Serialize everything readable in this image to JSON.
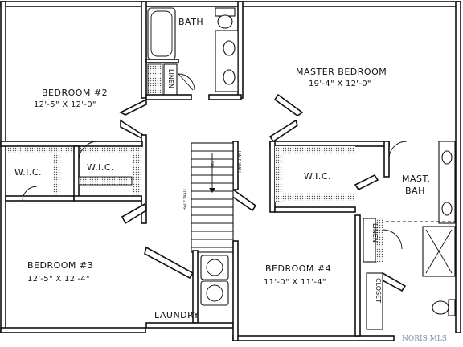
{
  "rooms": {
    "bath": "BATH",
    "linen_top": "LINEN",
    "bedroom2": {
      "name": "BEDROOM #2",
      "dim": "12'-5\" X 12'-0\""
    },
    "master": {
      "name": "MASTER BEDROOM",
      "dim": "19'-4\" X 12'-0\""
    },
    "wic_left": "W.I.C.",
    "wic_center": "W.I.C.",
    "wic_master": "W.I.C.",
    "mast_bath_1": "MAST.",
    "mast_bath_2": "BAH",
    "bedroom3": {
      "name": "BEDROOM #3",
      "dim": "12'-5\" X 12'-4\""
    },
    "bedroom4": {
      "name": "BEDROOM #4",
      "dim": "11'-0\" X 11'-4\""
    },
    "laundry": "LAUNDRY",
    "linen_right": "LINEN",
    "closet": "CLOSET"
  },
  "stair": {
    "dn_label": "DN"
  },
  "half_wall_labels": [
    "HALF WALL",
    "HALF WALL"
  ],
  "watermark": "NORIS MLS"
}
